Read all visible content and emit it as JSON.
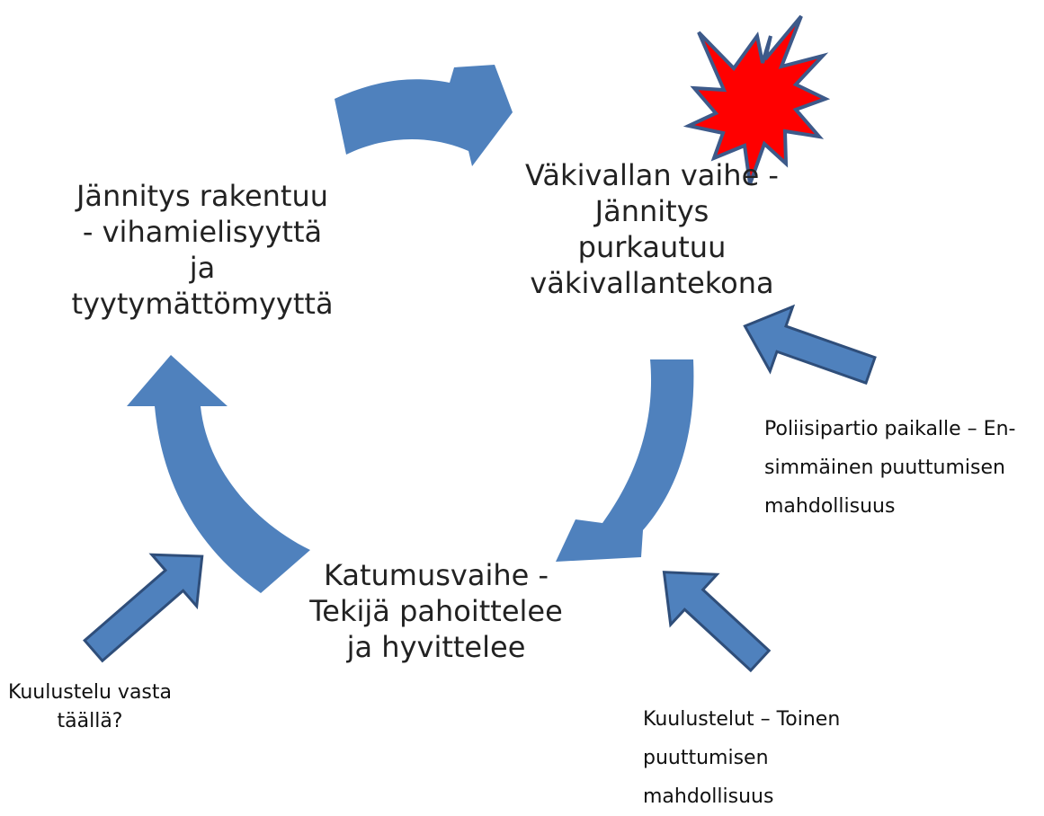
{
  "stages": {
    "tension": "Jännitys rakentuu - vihamielisyyttä ja tyytymättömyyttä",
    "violence": "Väkivallan vaihe - Jännitys purkautuu väkivallantekona",
    "remorse": "Katumusvaihe - Tekijä pahoittelee ja hyvittelee"
  },
  "notes": {
    "police_patrol": "Poliisipartio paikalle – En-simmäinen puuttumisen mahdollisuus",
    "interrogations": "Kuulustelut – Toinen puuttumisen mahdollisuus",
    "interrogation_question": "Kuulustelu vasta täällä?"
  },
  "colors": {
    "cycle_arrow": "#4f81bd",
    "pointer_arrow": "#4f81bd",
    "pointer_outline": "#2f4e7a",
    "explosion_fill": "#ff0000",
    "explosion_outline": "#3d5a8a"
  }
}
